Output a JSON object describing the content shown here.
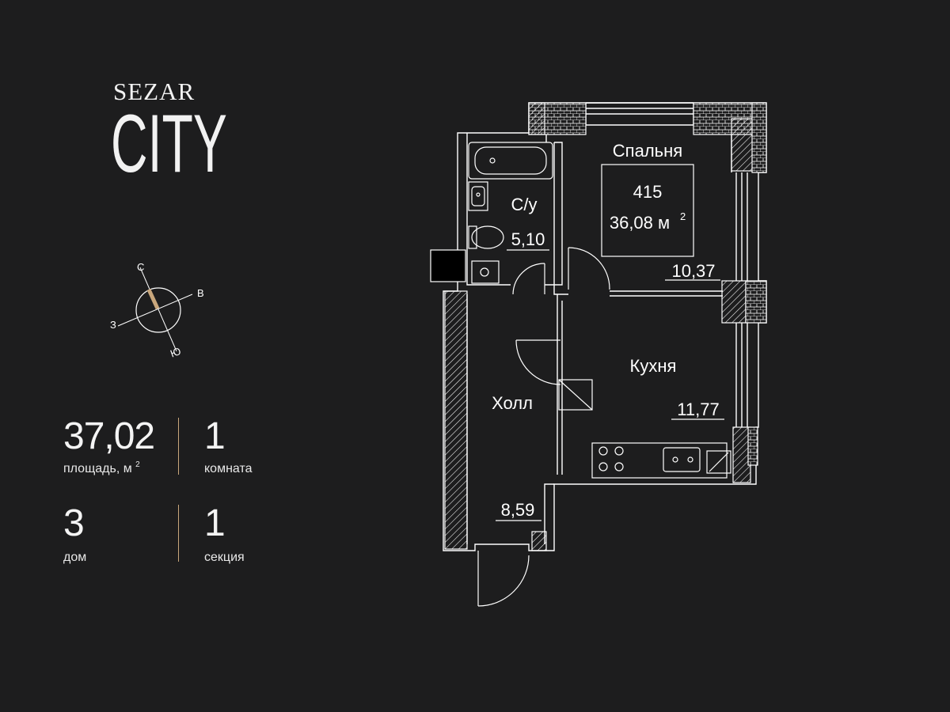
{
  "brand": {
    "line1": "SEZAR",
    "line2": "CITY"
  },
  "compass": {
    "north": "С",
    "east": "В",
    "south": "Ю",
    "west": "З"
  },
  "stats": {
    "area": {
      "value": "37,02",
      "caption": "площадь, м",
      "caption_sup": "2"
    },
    "rooms": {
      "value": "1",
      "caption": "комната"
    },
    "house": {
      "value": "3",
      "caption": "дом"
    },
    "section": {
      "value": "1",
      "caption": "секция"
    }
  },
  "plan": {
    "apartment_number": "415",
    "apartment_area": "36,08 м",
    "apartment_area_sup": "2",
    "rooms": [
      {
        "name": "Спальня",
        "area": "10,37"
      },
      {
        "name": "С/у",
        "area": "5,10"
      },
      {
        "name": "Кухня",
        "area": "11,77"
      },
      {
        "name": "Холл",
        "area": "8,59"
      }
    ]
  },
  "colors": {
    "background": "#1d1d1e",
    "lines": "#ffffff",
    "accent": "#c9a77c"
  }
}
